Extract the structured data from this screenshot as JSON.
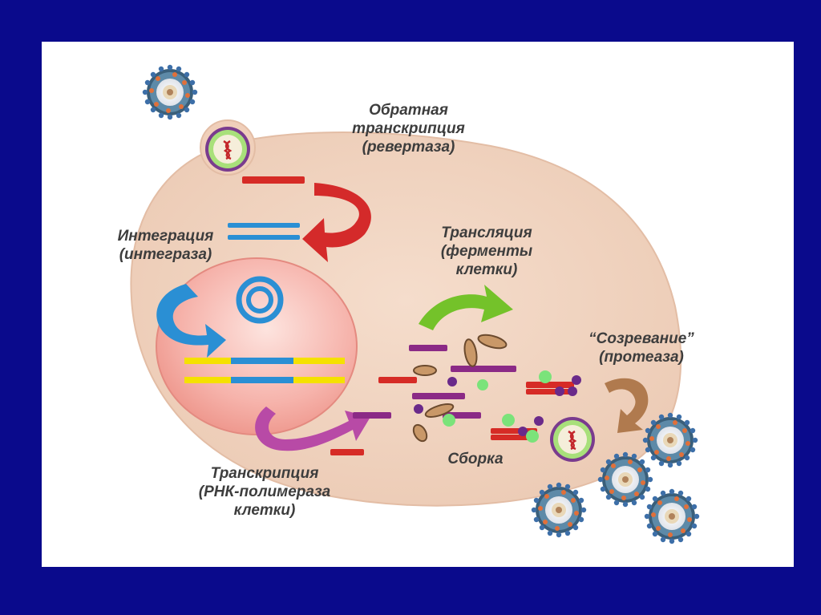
{
  "colors": {
    "frame": "#0a0a8c",
    "cell": "#f2d5c2",
    "nucleus": "#f4a8a0",
    "dna_red": "#d62b26",
    "dna_blue": "#2a8fd4",
    "dna_yellow": "#f5e100",
    "rna_purple": "#8b2a86",
    "protein_green": "#7be37a",
    "arrow_red": "#d42a2a",
    "arrow_blue": "#2a8fd4",
    "arrow_green": "#74c22a",
    "arrow_magenta": "#b84aa6",
    "arrow_tan": "#b07a4e",
    "label": "#3d3d3d"
  },
  "labels": {
    "reverse_transcription": [
      "Обратная",
      "транскрипция",
      "(ревертаза)"
    ],
    "integration": [
      "Интеграция",
      "(интеграза)"
    ],
    "translation": [
      "Трансляция",
      "(ферменты",
      "клетки)"
    ],
    "maturation": [
      "“Созревание”",
      "(протеаза)"
    ],
    "assembly": [
      "Сборка"
    ],
    "transcription": [
      "Транскрипция",
      "(РНК-полимераза",
      "клетки)"
    ]
  },
  "icons": [
    "virus-particle-icon",
    "curved-arrow-icon",
    "circular-dna-icon"
  ]
}
